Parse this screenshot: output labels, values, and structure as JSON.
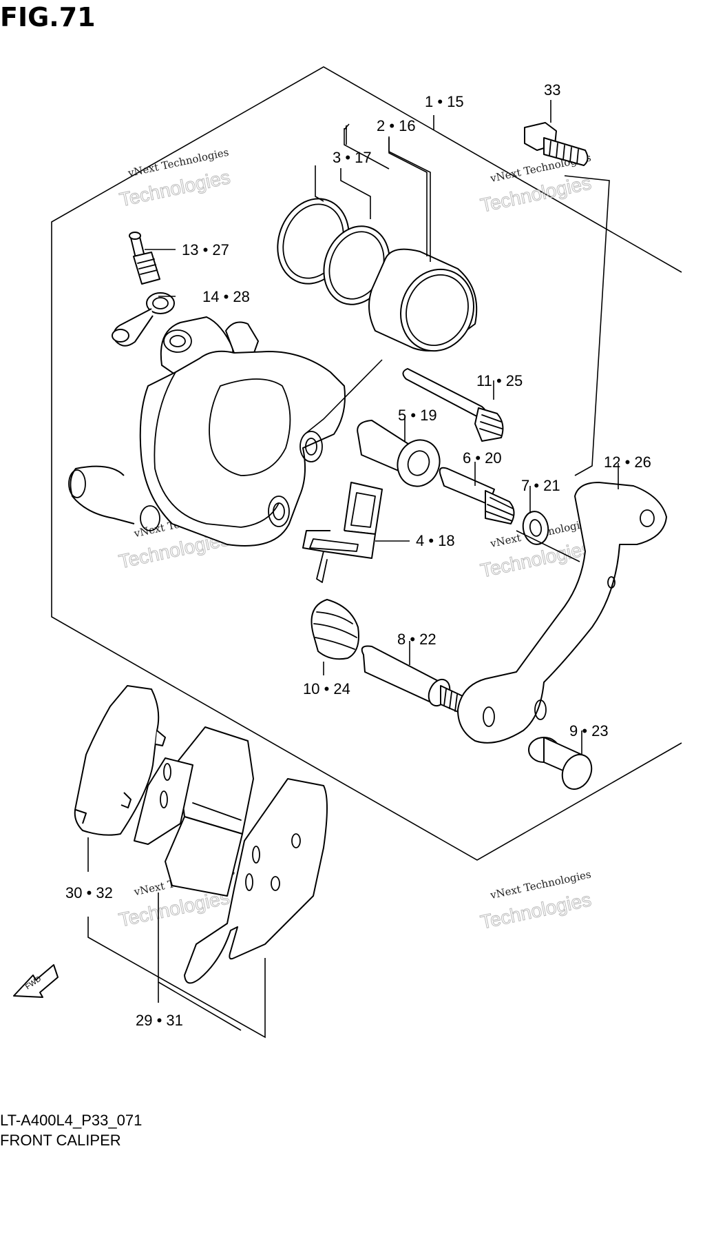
{
  "figure": {
    "title": "FIG.71",
    "code": "LT-A400L4_P33_071",
    "name": "FRONT CALIPER",
    "fwd_text": "FWD"
  },
  "watermark": {
    "line1": "vNext Technologies",
    "line2": "Technologies"
  },
  "callouts": [
    {
      "id": "c-1-15",
      "text": "1 • 15"
    },
    {
      "id": "c-2-16",
      "text": "2 • 16"
    },
    {
      "id": "c-3-17",
      "text": "3 • 17"
    },
    {
      "id": "c-33",
      "text": "33"
    },
    {
      "id": "c-13-27",
      "text": "13 • 27"
    },
    {
      "id": "c-14-28",
      "text": "14 • 28"
    },
    {
      "id": "c-11-25",
      "text": "11 • 25"
    },
    {
      "id": "c-5-19",
      "text": "5 • 19"
    },
    {
      "id": "c-6-20",
      "text": "6 • 20"
    },
    {
      "id": "c-12-26",
      "text": "12 • 26"
    },
    {
      "id": "c-7-21",
      "text": "7 • 21"
    },
    {
      "id": "c-4-18",
      "text": "4 • 18"
    },
    {
      "id": "c-8-22",
      "text": "8 • 22"
    },
    {
      "id": "c-10-24",
      "text": "10 • 24"
    },
    {
      "id": "c-9-23",
      "text": "9 • 23"
    },
    {
      "id": "c-30-32",
      "text": "30 • 32"
    },
    {
      "id": "c-29-31",
      "text": "29 • 31"
    }
  ]
}
